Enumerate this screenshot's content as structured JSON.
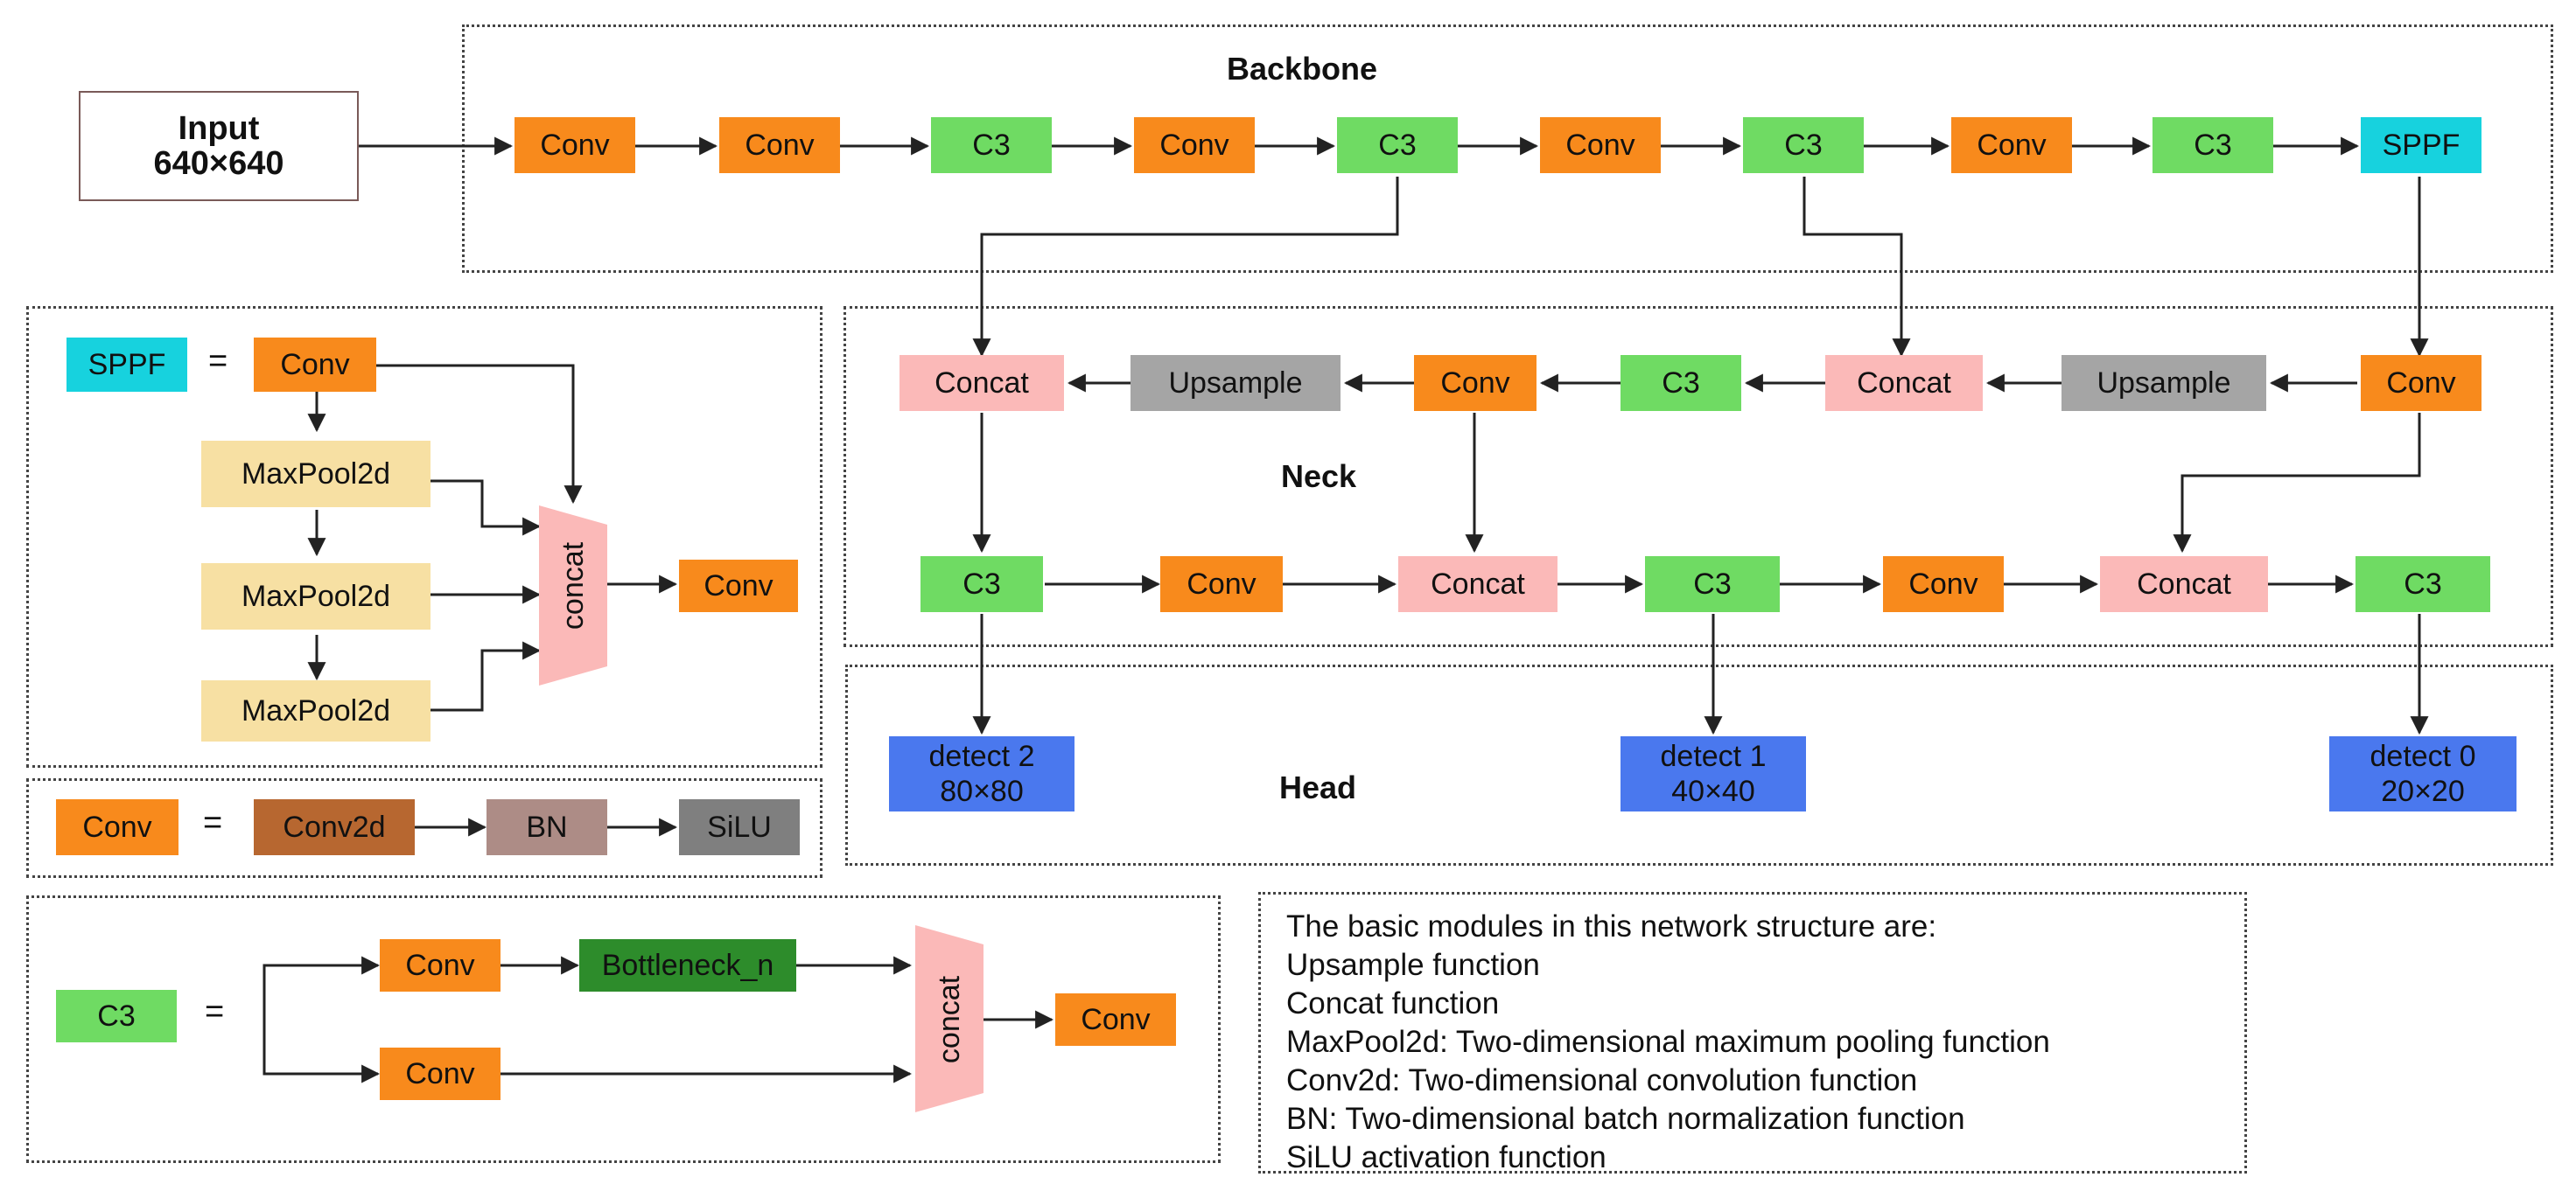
{
  "sections": {
    "backbone": "Backbone",
    "neck": "Neck",
    "head": "Head"
  },
  "input": {
    "line1": "Input",
    "line2": "640×640"
  },
  "labels": {
    "conv": "Conv",
    "c3": "C3",
    "sppf": "SPPF",
    "concat": "Concat",
    "upsample": "Upsample",
    "maxpool": "MaxPool2d",
    "conv2d": "Conv2d",
    "bn": "BN",
    "silu": "SiLU",
    "bottleneck": "Bottleneck_n",
    "concat_lower": "concat",
    "equals": "="
  },
  "detect": [
    {
      "line1": "detect 2",
      "line2": "80×80"
    },
    {
      "line1": "detect 1",
      "line2": "40×40"
    },
    {
      "line1": "detect 0",
      "line2": "20×20"
    }
  ],
  "legend": [
    "The basic modules in this network structure are:",
    "Upsample function",
    "Concat function",
    "MaxPool2d: Two-dimensional maximum pooling function",
    "Conv2d: Two-dimensional convolution function",
    "BN: Two-dimensional batch normalization function",
    "SiLU activation function"
  ],
  "colors": {
    "conv": "#f88a1c",
    "c3": "#6fdb63",
    "sppf": "#17d2de",
    "concat": "#fbb9b8",
    "upsample": "#a5a5a5",
    "maxpool": "#f7e0a3",
    "detect": "#4a78ee",
    "conv2d": "#b76730",
    "bn": "#ad8c86",
    "silu": "#7f7f7f",
    "bottleneck": "#2d8c2b"
  }
}
